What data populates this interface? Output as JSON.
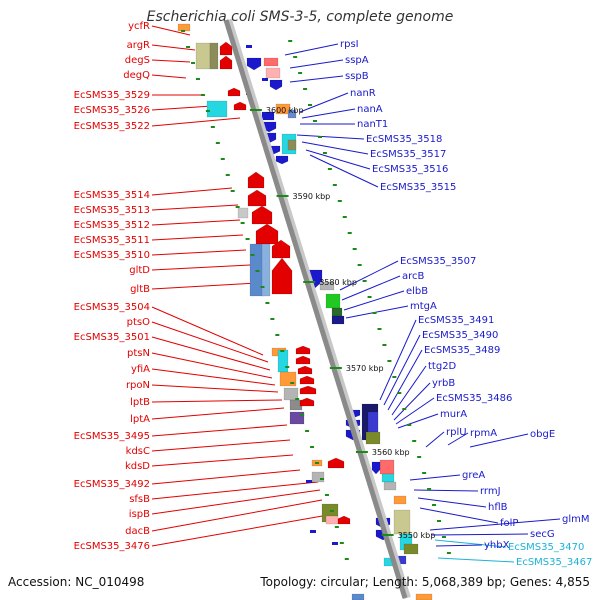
{
  "title": "Escherichia coli SMS-3-5, complete genome",
  "footer": {
    "accession": "Accession: NC_010498",
    "stats": "Topology: circular; Length: 5,068,389 bp; Genes: 4,855"
  },
  "colors": {
    "left_genes": "#e30000",
    "right_genes": "#1a1acc",
    "highlight_genes": "#19b4d8",
    "backbone": "#8a8a8a",
    "tick": "#1a8a1a"
  },
  "ticks": [
    "3600 kbp",
    "3590 kbp",
    "3580 kbp",
    "3570 kbp",
    "3560 kbp",
    "3550 kbp"
  ],
  "left_labels": [
    "ycfR",
    "argR",
    "degS",
    "degQ",
    "EcSMS35_3529",
    "EcSMS35_3526",
    "EcSMS35_3522",
    "EcSMS35_3514",
    "EcSMS35_3513",
    "EcSMS35_3512",
    "EcSMS35_3511",
    "EcSMS35_3510",
    "gltD",
    "gltB",
    "EcSMS35_3504",
    "ptsO",
    "EcSMS35_3501",
    "ptsN",
    "yfiA",
    "rpoN",
    "lptB",
    "lptA",
    "EcSMS35_3495",
    "kdsC",
    "kdsD",
    "EcSMS35_3492",
    "sfsB",
    "ispB",
    "dacB",
    "EcSMS35_3476"
  ],
  "right_labels": [
    "rpsI",
    "sspA",
    "sspB",
    "nanR",
    "nanA",
    "nanT1",
    "EcSMS35_3518",
    "EcSMS35_3517",
    "EcSMS35_3516",
    "EcSMS35_3515",
    "EcSMS35_3507",
    "arcB",
    "elbB",
    "mtgA",
    "EcSMS35_3491",
    "EcSMS35_3490",
    "EcSMS35_3489",
    "ttg2D",
    "yrbB",
    "EcSMS35_3486",
    "murA",
    "rplU",
    "rpmA",
    "obgE",
    "greA",
    "rrmJ",
    "hflB",
    "folP",
    "glmM",
    "secG",
    "EcSMS35_3470",
    "yhbX",
    "EcSMS35_3467"
  ]
}
